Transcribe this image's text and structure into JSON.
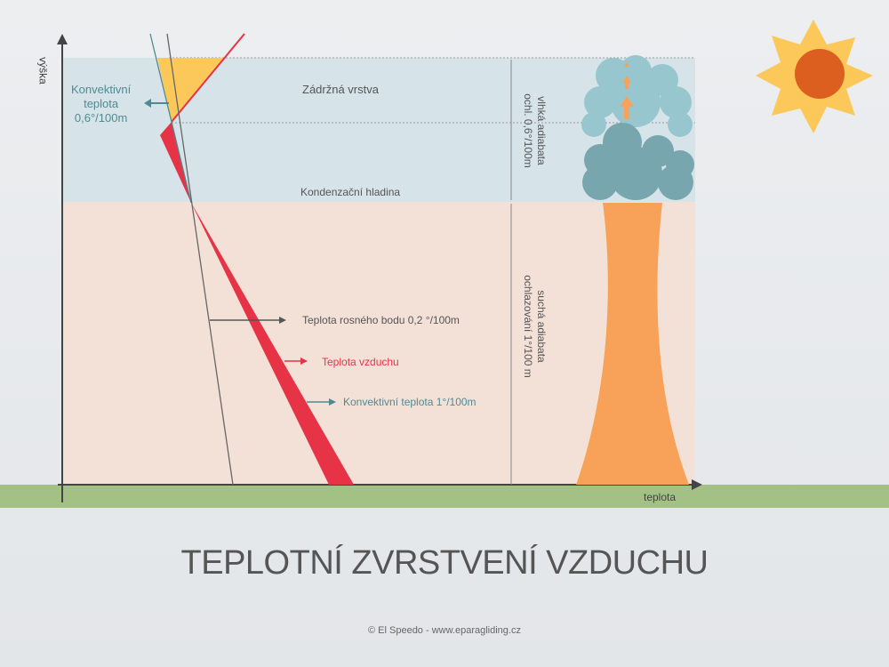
{
  "axes": {
    "y_label": "výška",
    "x_label": "teplota"
  },
  "labels": {
    "convective_upper": [
      "Konvektivní",
      "teplota",
      "0,6°/100m"
    ],
    "inversion_layer": "Zádržná vrstva",
    "condensation_level": "Kondenzační hladina",
    "dew_point": "Teplota rosného bodu 0,2 °/100m",
    "air_temp": "Teplota vzduchu",
    "convective_lower": "Konvektivní teplota 1°/100m",
    "moist_adiabat": [
      "vlhká adiabata",
      "ochl. 0,6°/100m"
    ],
    "dry_adiabat": [
      "suchá adiabata",
      "ochlazování 1°/100 m"
    ]
  },
  "title": "TEPLOTNÍ ZVRSTVENÍ VZDUCHU",
  "footer": "© El Speedo - www.eparagliding.cz",
  "colors": {
    "moist": "#d6e4ea",
    "dry": "#f3e1d8",
    "ground": "#a3c184",
    "air": "#e63346",
    "convective": "#4f8a92",
    "yellow": "#fcc85a",
    "thermal": "#f7a258",
    "sun": "#fcc85a",
    "sun_core": "#dd5f1f"
  }
}
